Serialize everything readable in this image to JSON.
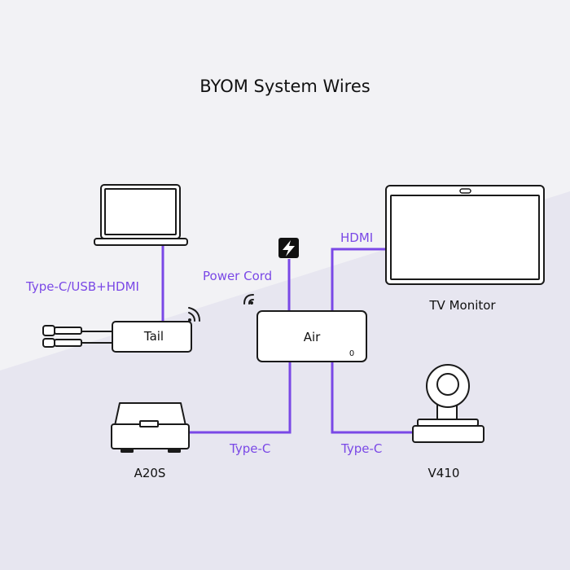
{
  "title": "BYOM System Wires",
  "colors": {
    "wire": "#7a48e6",
    "ink": "#1a1a1a",
    "background": "#f2f2f5",
    "background_shade": "#e7e6f0"
  },
  "devices": {
    "laptop": {
      "icon": "laptop-icon"
    },
    "tail": {
      "label": "Tail",
      "icon": "tail-dongle-icon"
    },
    "air": {
      "label": "Air",
      "status_glyph": "0",
      "icon": "air-hub-icon"
    },
    "power": {
      "icon": "lightning-bolt-icon"
    },
    "tv": {
      "label": "TV Monitor",
      "icon": "tv-monitor-icon"
    },
    "a20s": {
      "label": "A20S",
      "icon": "a20s-device-icon"
    },
    "v410": {
      "label": "V410",
      "icon": "camera-icon"
    }
  },
  "connections": {
    "laptop_tail": "Type-C/USB+HDMI",
    "power_air": "Power Cord",
    "air_tv": "HDMI",
    "air_a20s": "Type-C",
    "air_v410": "Type-C"
  }
}
